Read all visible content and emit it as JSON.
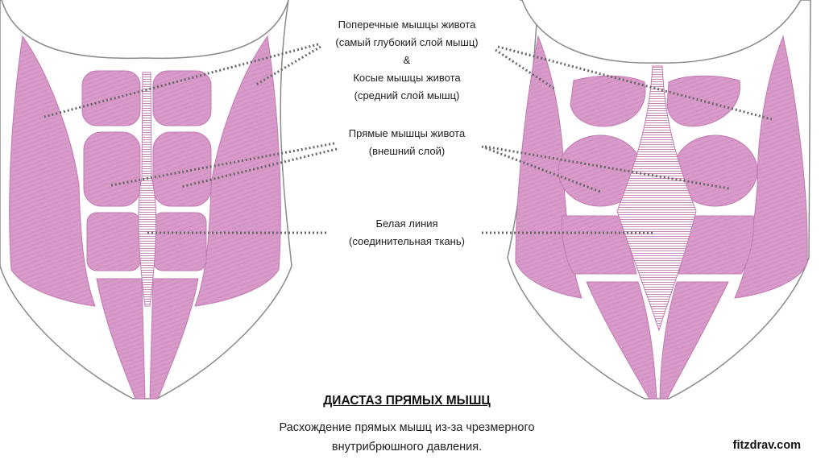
{
  "labels": {
    "transverse_line1": "Поперечные мышцы живота",
    "transverse_line2": "(самый глубокий слой мышц)",
    "ampersand": "&",
    "oblique_line1": "Косые мышцы живота",
    "oblique_line2": "(средний слой мышц)",
    "rectus_line1": "Прямые мышцы живота",
    "rectus_line2": "(внешний слой)",
    "linea_line1": "Белая линия",
    "linea_line2": "(соединительная ткань)"
  },
  "caption": {
    "title": "ДИАСТАЗ ПРЯМЫХ МЫШЦ",
    "text_line1": "Расхождение прямых мышц из-за чрезмерного",
    "text_line2": "внутрибрюшного давления."
  },
  "brand": "fitzdrav.com",
  "colors": {
    "muscle": "#d79ac9",
    "muscle_stroke": "#c27ab1",
    "body_outline": "#8a8a8a",
    "leader": "#666666"
  }
}
